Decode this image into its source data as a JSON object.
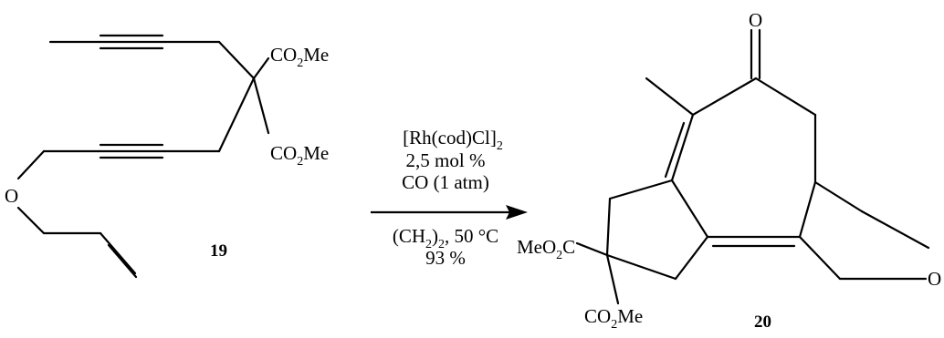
{
  "reactant": {
    "number": "19",
    "ester_top": {
      "main": "CO",
      "sub": "2",
      "tail": "Me"
    },
    "ester_bottom": {
      "main": "CO",
      "sub": "2",
      "tail": "Me"
    },
    "oxygen": "O"
  },
  "conditions": {
    "catalyst": {
      "main": "[Rh(cod)Cl]",
      "sub": "2"
    },
    "loading": "2,5 mol %",
    "gas": "CO (1 atm)",
    "solvent": {
      "open": "(CH",
      "sub": "2",
      "close": ")",
      "sub2": "2",
      "tail": ", 50 °C"
    },
    "yield": "93 %"
  },
  "product": {
    "number": "20",
    "ketone_oxygen": "O",
    "ester_left": {
      "main": "MeO",
      "sub": "2",
      "tail": "C"
    },
    "ester_bottom": {
      "main": "CO",
      "sub": "2",
      "tail": "Me"
    },
    "ring_oxygen": "O"
  }
}
